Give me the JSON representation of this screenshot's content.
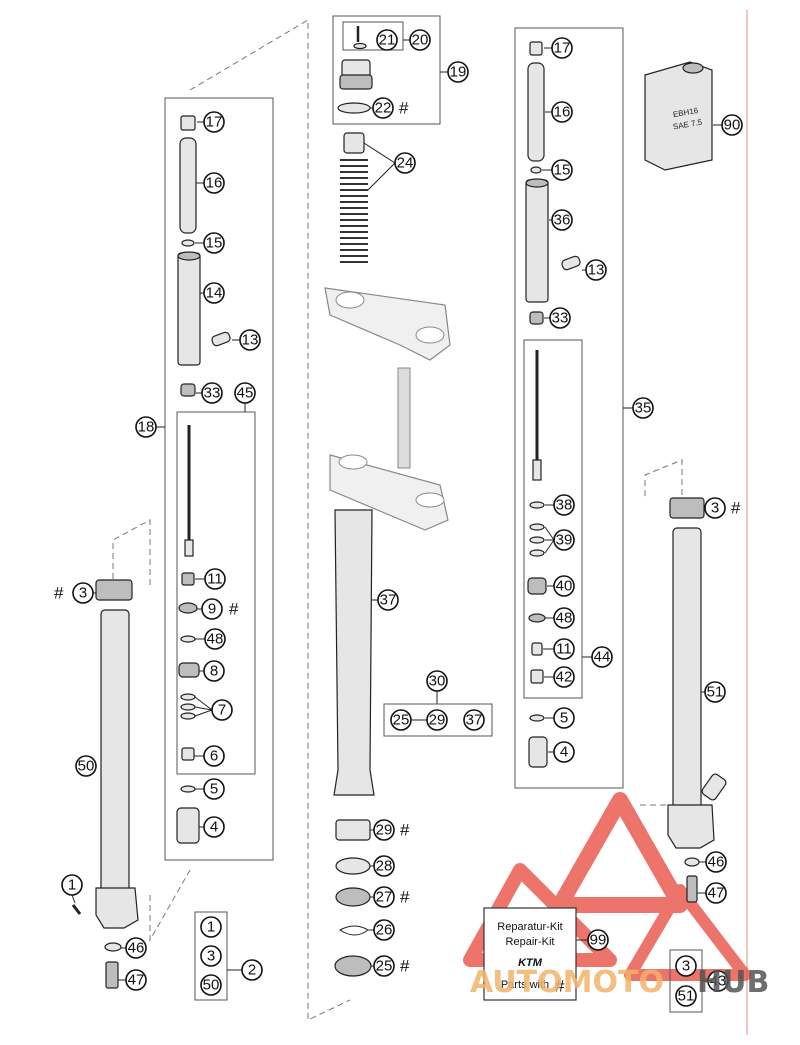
{
  "labels": {
    "l_17": "17",
    "l_16": "16",
    "l_15": "15",
    "l_14": "14",
    "l_13": "13",
    "l_33": "33",
    "l_45": "45",
    "l_18": "18",
    "l_11": "11",
    "l_9": "9",
    "l_48": "48",
    "l_8": "8",
    "l_7": "7",
    "l_6": "6",
    "l_5": "5",
    "l_4": "4",
    "l_3": "3",
    "l_50": "50",
    "l_1": "1",
    "l_46": "46",
    "l_47": "47",
    "l_2a": "1",
    "l_2b": "3",
    "l_2c": "50",
    "l_2": "2",
    "c_21": "21",
    "c_20": "20",
    "c_19": "19",
    "c_22": "22",
    "c_24": "24",
    "c_37": "37",
    "c_30": "30",
    "c_25": "25",
    "c_29": "29",
    "c_37b": "37",
    "c_29b": "29",
    "c_28": "28",
    "c_27": "27",
    "c_26": "26",
    "c_25b": "25",
    "r_17": "17",
    "r_16": "16",
    "r_15": "15",
    "r_36": "36",
    "r_13": "13",
    "r_33": "33",
    "r_35": "35",
    "r_38": "38",
    "r_39": "39",
    "r_40": "40",
    "r_48": "48",
    "r_11": "11",
    "r_44": "44",
    "r_42": "42",
    "r_5": "5",
    "r_4": "4",
    "r_3": "3",
    "r_51": "51",
    "r_46": "46",
    "r_47": "47",
    "r_90": "90",
    "r_99": "99",
    "r_43a": "3",
    "r_43b": "51",
    "r_43": "43"
  },
  "hash_symbol": "#",
  "kit_box": {
    "line1": "Reparatur-Kit",
    "line2": "Repair-Kit",
    "brand": "KTM",
    "line3": "Parts with",
    "mark": "#"
  },
  "oil_can": {
    "line1": "EBH16",
    "line2": "SAE 7.5"
  },
  "watermark": {
    "part1": "AUTOMOTO",
    "part2": "HUB"
  },
  "colors": {
    "watermark_red": "#e8463a",
    "watermark_orange": "#f2b36a",
    "watermark_grey": "#555555",
    "margin_line": "#e88a86"
  }
}
